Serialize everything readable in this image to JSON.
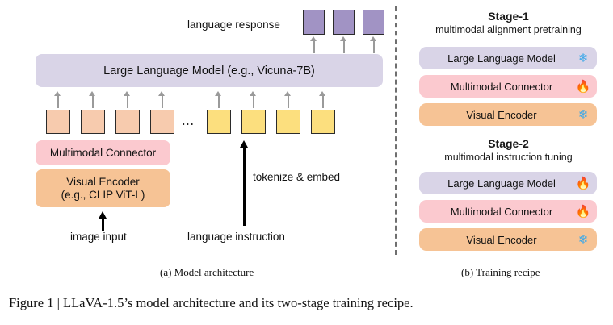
{
  "figure": {
    "caption": "Figure 1 | LLaVA-1.5’s model architecture and its two-stage training recipe.",
    "subcaption_a": "(a) Model architecture",
    "subcaption_b": "(b) Training recipe"
  },
  "architecture": {
    "response_label": "language response",
    "llm_label": "Large Language Model (e.g., Vicuna-7B)",
    "connector_label": "Multimodal Connector",
    "encoder_label_line1": "Visual Encoder",
    "encoder_label_line2": "(e.g., CLIP ViT-L)",
    "image_input_label": "image input",
    "language_instruction_label": "language instruction",
    "tokenize_label": "tokenize & embed",
    "ellipsis": "...",
    "response_token_count": 3,
    "image_token_count": 4,
    "text_token_count": 4,
    "colors": {
      "image_token": "#F7CBAE",
      "text_token": "#FCDF7E",
      "response_token": "#A193C4",
      "llm_bar": "#D9D4E7",
      "connector_bar": "#FBC9CF",
      "encoder_bar": "#F6C395",
      "arrow_grey": "#9A9A9A",
      "arrow_black": "#000000"
    }
  },
  "training_recipe": {
    "stages": [
      {
        "title": "Stage-1",
        "subtitle": "multimodal alignment pretraining",
        "rows": [
          {
            "label": "Large Language Model",
            "state": "frozen",
            "icon": "snowflake-icon",
            "glyph": "❄",
            "color": "#D9D4E7"
          },
          {
            "label": "Multimodal Connector",
            "state": "trainable",
            "icon": "flame-icon",
            "glyph": "🔥",
            "color": "#FBC9CF"
          },
          {
            "label": "Visual Encoder",
            "state": "frozen",
            "icon": "snowflake-icon",
            "glyph": "❄",
            "color": "#F6C395"
          }
        ]
      },
      {
        "title": "Stage-2",
        "subtitle": "multimodal instruction tuning",
        "rows": [
          {
            "label": "Large Language Model",
            "state": "trainable",
            "icon": "flame-icon",
            "glyph": "🔥",
            "color": "#D9D4E7"
          },
          {
            "label": "Multimodal Connector",
            "state": "trainable",
            "icon": "flame-icon",
            "glyph": "🔥",
            "color": "#FBC9CF"
          },
          {
            "label": "Visual Encoder",
            "state": "frozen",
            "icon": "snowflake-icon",
            "glyph": "❄",
            "color": "#F6C395"
          }
        ]
      }
    ],
    "icon_colors": {
      "snowflake": "#3FA9E8",
      "flame": "#E02020"
    }
  }
}
